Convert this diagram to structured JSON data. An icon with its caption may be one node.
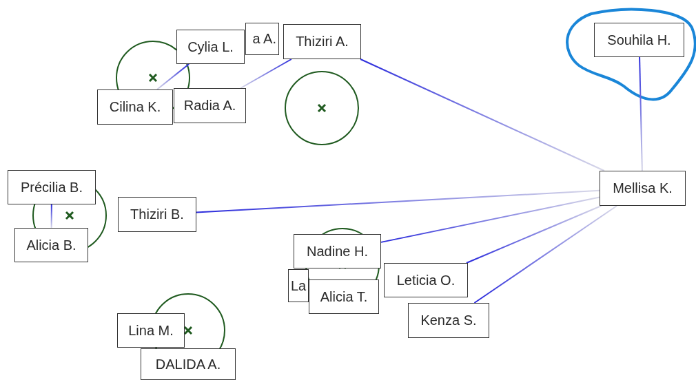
{
  "diagram": {
    "nodes": [
      {
        "text": [
          "a A."
        ]
      },
      {
        "text": [
          "Cylia L."
        ]
      },
      {
        "text": [
          "Thiziri A."
        ]
      },
      {
        "text": [
          "Souhila H."
        ]
      },
      {
        "text": [
          "Cilina K."
        ]
      },
      {
        "text": [
          "Radia A."
        ]
      },
      {
        "text": [
          "Mellisa K."
        ]
      },
      {
        "text": [
          "Précilia B."
        ]
      },
      {
        "text": [
          "Thiziri B."
        ]
      },
      {
        "text": [
          "Alicia B."
        ]
      },
      {
        "text": [
          "Nadine H."
        ]
      },
      {
        "text": [
          "La"
        ]
      },
      {
        "text": [
          "Leticia O."
        ]
      },
      {
        "text": [
          "Alicia T."
        ]
      },
      {
        "text": [
          "Kenza S."
        ]
      },
      {
        "text": [
          "Lina M."
        ]
      },
      {
        "text": [
          "DALIDA A."
        ]
      }
    ],
    "edges": [
      {
        "from": 1,
        "to": 4,
        "arrow": "none"
      },
      {
        "from": 2,
        "to": 5,
        "arrow": "none"
      },
      {
        "from": 2,
        "to": 6,
        "arrow": "none"
      },
      {
        "from": 3,
        "to": 6,
        "arrow": "none"
      },
      {
        "from": 7,
        "to": 9,
        "arrow": "none"
      },
      {
        "from": 8,
        "to": 6,
        "arrow": "none"
      },
      {
        "from": 10,
        "to": 6,
        "arrow": "none"
      },
      {
        "from": 12,
        "to": 6,
        "arrow": "none"
      },
      {
        "from": 14,
        "to": 6,
        "arrow": "none"
      }
    ]
  }
}
